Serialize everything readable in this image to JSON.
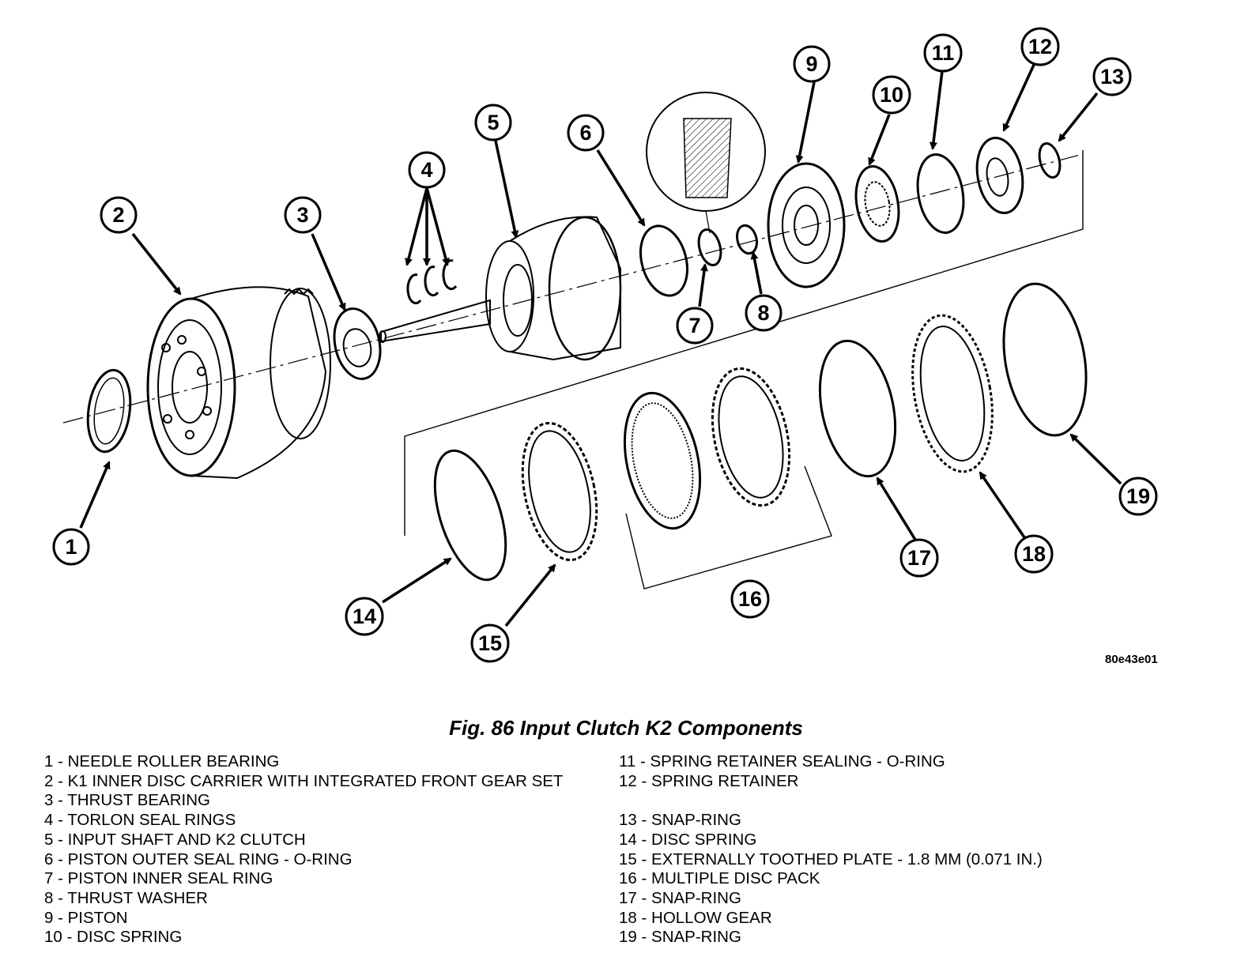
{
  "figure": {
    "caption": "Fig. 86 Input Clutch K2 Components",
    "image_code": "80e43e01"
  },
  "callouts": [
    "1",
    "2",
    "3",
    "4",
    "5",
    "6",
    "7",
    "8",
    "9",
    "10",
    "11",
    "12",
    "13",
    "14",
    "15",
    "16",
    "17",
    "18",
    "19"
  ],
  "legend_left": [
    "1 - NEEDLE ROLLER BEARING",
    "2 - K1 INNER DISC CARRIER WITH INTEGRATED FRONT GEAR SET",
    "3 - THRUST BEARING",
    "4 - TORLON SEAL RINGS",
    "5 - INPUT SHAFT AND K2 CLUTCH",
    "6 - PISTON OUTER SEAL RING - O-RING",
    "7 - PISTON INNER SEAL RING",
    "8 - THRUST WASHER",
    "9 - PISTON",
    "10 - DISC SPRING"
  ],
  "legend_right": [
    "11 - SPRING RETAINER SEALING - O-RING",
    "12 - SPRING RETAINER",
    "13 - SNAP-RING",
    "14 - DISC SPRING",
    "15 - EXTERNALLY TOOTHED PLATE - 1.8 MM (0.071 IN.)",
    "16 - MULTIPLE DISC PACK",
    "17 - SNAP-RING",
    "18 - HOLLOW GEAR",
    "19 - SNAP-RING"
  ]
}
